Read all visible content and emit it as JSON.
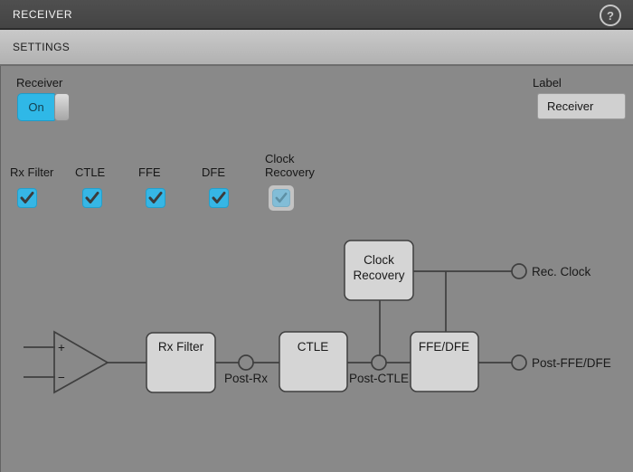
{
  "header": {
    "title": "RECEIVER",
    "help_label": "?"
  },
  "tabs": {
    "settings_label": "SETTINGS"
  },
  "receiver_switch": {
    "label": "Receiver",
    "state": "On"
  },
  "label_field": {
    "label": "Label",
    "value": "Receiver"
  },
  "checkboxes": [
    {
      "label": "Rx Filter",
      "checked": true,
      "enabled": true
    },
    {
      "label": "CTLE",
      "checked": true,
      "enabled": true
    },
    {
      "label": "FFE",
      "checked": true,
      "enabled": true
    },
    {
      "label": "DFE",
      "checked": true,
      "enabled": true
    },
    {
      "label": "Clock Recovery",
      "checked": true,
      "enabled": false
    }
  ],
  "diagram": {
    "amplifier": {
      "plus": "+",
      "minus": "−"
    },
    "blocks": {
      "rx_filter": "Rx Filter",
      "ctle": "CTLE",
      "ffe_dfe": "FFE/DFE",
      "clock_recovery_line1": "Clock",
      "clock_recovery_line2": "Recovery"
    },
    "probe_points": {
      "post_rx": "Post-Rx",
      "post_ctle": "Post-CTLE",
      "rec_clock": "Rec. Clock",
      "post_ffe_dfe": "Post-FFE/DFE"
    }
  },
  "colors": {
    "accent_blue": "#36b6e5",
    "titlebar_gray": "#484848",
    "panel_gray": "#898989",
    "block_fill": "#d5d5d5",
    "line_dark": "#3f3f3f"
  }
}
